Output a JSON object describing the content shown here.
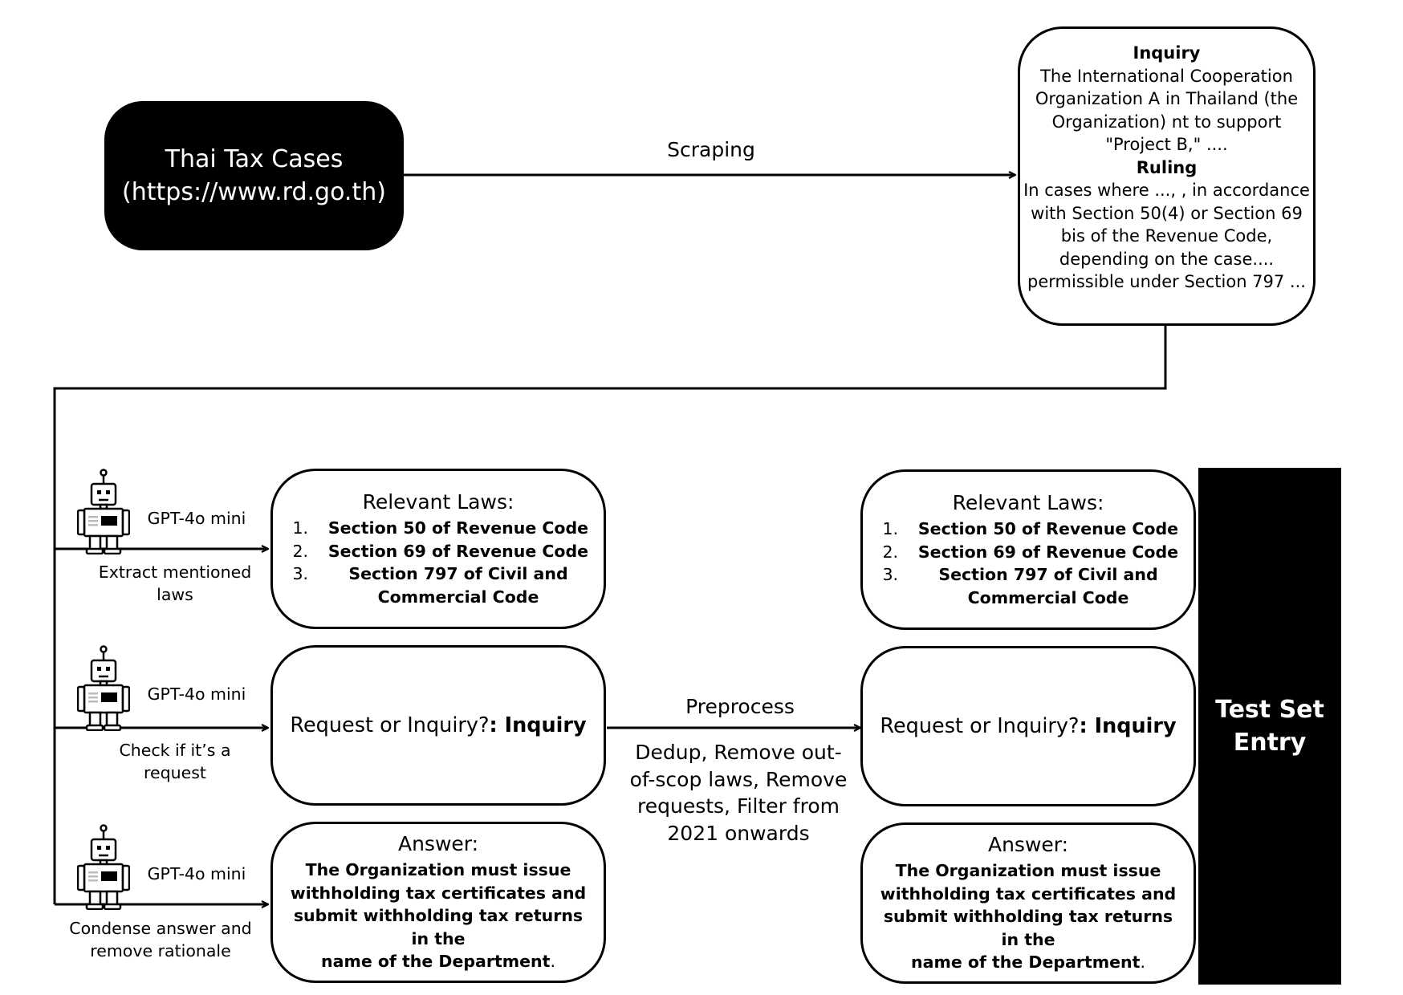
{
  "source": {
    "line1": "Thai Tax Cases",
    "line2": "(https://www.rd.go.th)"
  },
  "edges": {
    "scraping": "Scraping",
    "preprocess": "Preprocess",
    "preprocess_detail": [
      "Dedup, Remove out-",
      "of-scop laws, Remove",
      "requests, Filter from",
      "2021 onwards"
    ]
  },
  "case": {
    "inquiry_header": "Inquiry",
    "inquiry_lines": [
      "The International Cooperation",
      "Organization A in Thailand (the",
      "Organization) nt to support",
      "\"Project B,\" ...."
    ],
    "ruling_header": "Ruling",
    "ruling_lines": [
      "In cases where ..., , in accordance",
      "with Section 50(4) or Section 69",
      "bis of the Revenue Code,",
      "depending on the case....",
      "permissible under Section 797 ..."
    ]
  },
  "steps": [
    {
      "model": "GPT-4o mini",
      "task": [
        "Extract mentioned",
        "laws"
      ],
      "icon": "robot-icon"
    },
    {
      "model": "GPT-4o mini",
      "task": [
        "Check if it’s a",
        "request"
      ],
      "icon": "robot-icon"
    },
    {
      "model": "GPT-4o mini",
      "task": [
        "Condense answer and",
        "remove rationale"
      ],
      "icon": "robot-icon"
    }
  ],
  "laws": {
    "title": "Relevant Laws:",
    "items": [
      {
        "num": "1.",
        "lines": [
          "Section 50 of Revenue Code"
        ]
      },
      {
        "num": "2.",
        "lines": [
          "Section 69 of Revenue Code"
        ]
      },
      {
        "num": "3.",
        "lines": [
          "Section 797 of Civil and",
          "Commercial Code"
        ]
      }
    ]
  },
  "request": {
    "prefix": "Request or Inquiry?",
    "value": ": Inquiry"
  },
  "answer": {
    "title": "Answer:",
    "lines": [
      "The Organization must issue",
      "withholding tax certificates and",
      "submit withholding tax returns in the",
      "name of the Department"
    ],
    "trail": "."
  },
  "test_set": {
    "line1": "Test Set",
    "line2": "Entry"
  },
  "colors": {
    "ink": "#000000",
    "paper": "#ffffff",
    "robot_shade": "#bdbdbd"
  }
}
